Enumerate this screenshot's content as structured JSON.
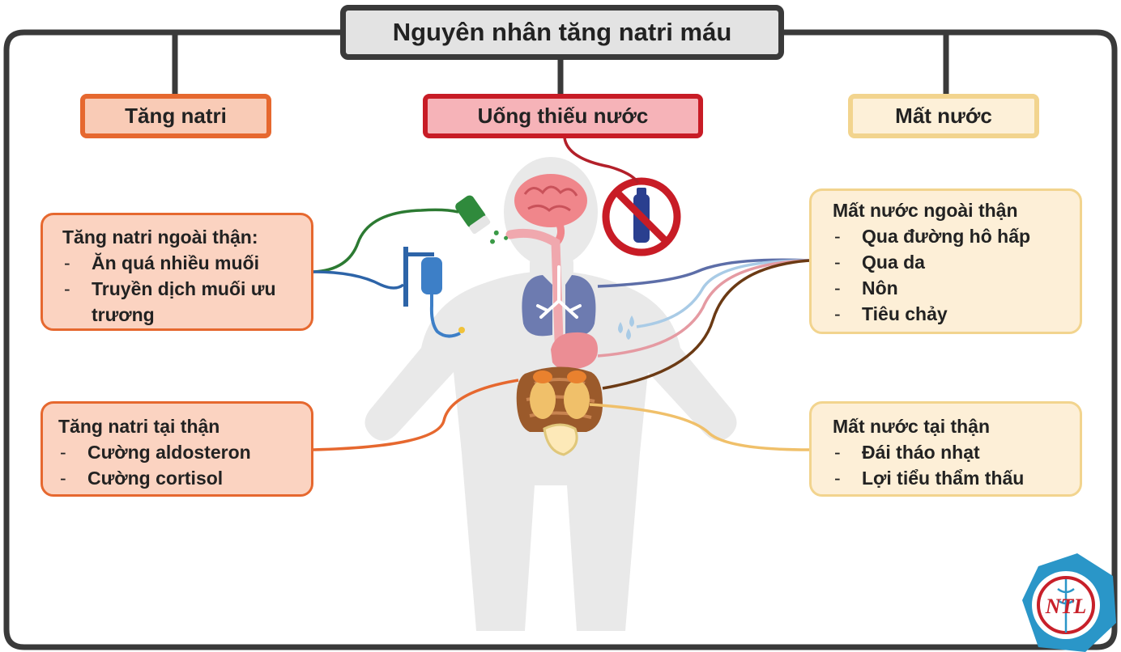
{
  "title": "Nguyên nhân tăng natri máu",
  "categories": {
    "left": "Tăng natri",
    "center": "Uống thiếu nước",
    "right": "Mất nước"
  },
  "panels": {
    "extrarenal_sodium_gain": {
      "heading": "Tăng natri ngoài thận:",
      "items": [
        "Ăn quá nhiều muối",
        "Truyền dịch muối ưu trương"
      ]
    },
    "renal_sodium_gain": {
      "heading": "Tăng natri tại thận",
      "items": [
        "Cường aldosteron",
        "Cường cortisol"
      ]
    },
    "extrarenal_water_loss": {
      "heading": "Mất nước ngoài thận",
      "items": [
        "Qua đường hô hấp",
        "Qua da",
        "Nôn",
        "Tiêu chảy"
      ]
    },
    "renal_water_loss": {
      "heading": "Mất nước tại thận",
      "items": [
        "Đái tháo nhạt",
        "Lợi tiểu thẩm thấu"
      ]
    }
  },
  "logo": {
    "text": "NTL"
  },
  "icons": [
    "human-body-icon",
    "brain-icon",
    "lungs-icon",
    "stomach-icon",
    "intestines-icon",
    "kidneys-icon",
    "bladder-icon",
    "salt-shaker-icon",
    "iv-drip-icon",
    "no-water-bottle-icon",
    "droplets-icon",
    "ntl-logo-icon"
  ],
  "colors": {
    "frame": "#3a3a3a",
    "sodium_orange": "#e6682f",
    "intake_red": "#c81c26",
    "water_yellow": "#f2d48e",
    "body_gray": "#e9e9e9"
  }
}
